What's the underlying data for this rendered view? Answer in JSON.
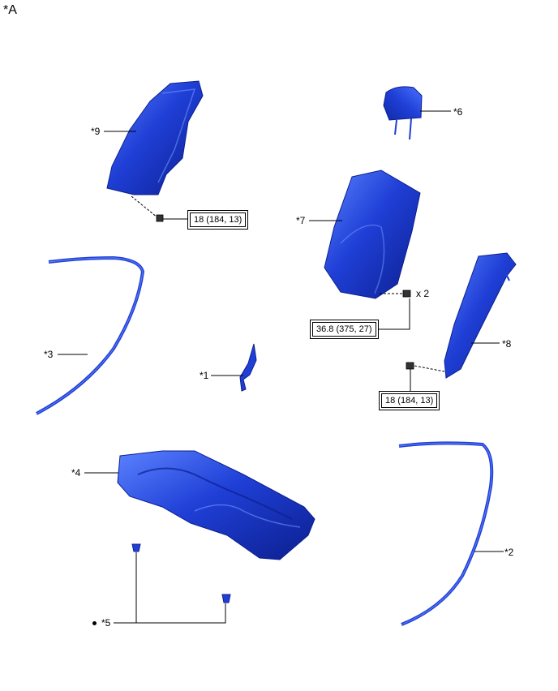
{
  "view_label": "*A",
  "callouts": {
    "c1": "*1",
    "c2": "*2",
    "c3": "*3",
    "c4": "*4",
    "c5": "*5",
    "c6": "*6",
    "c7": "*7",
    "c8": "*8",
    "c9": "*9"
  },
  "torque_specs": {
    "armrest_bolt": "18 (184, 13)",
    "cushion_bolt": "36.8 (375, 27)",
    "side_bolt": "18 (184, 13)"
  },
  "quantity": "x 2",
  "colors": {
    "part_fill": "#1f3fd6",
    "part_highlight": "#4a72ff",
    "part_shadow": "#0c1f8f",
    "line": "#000000"
  }
}
